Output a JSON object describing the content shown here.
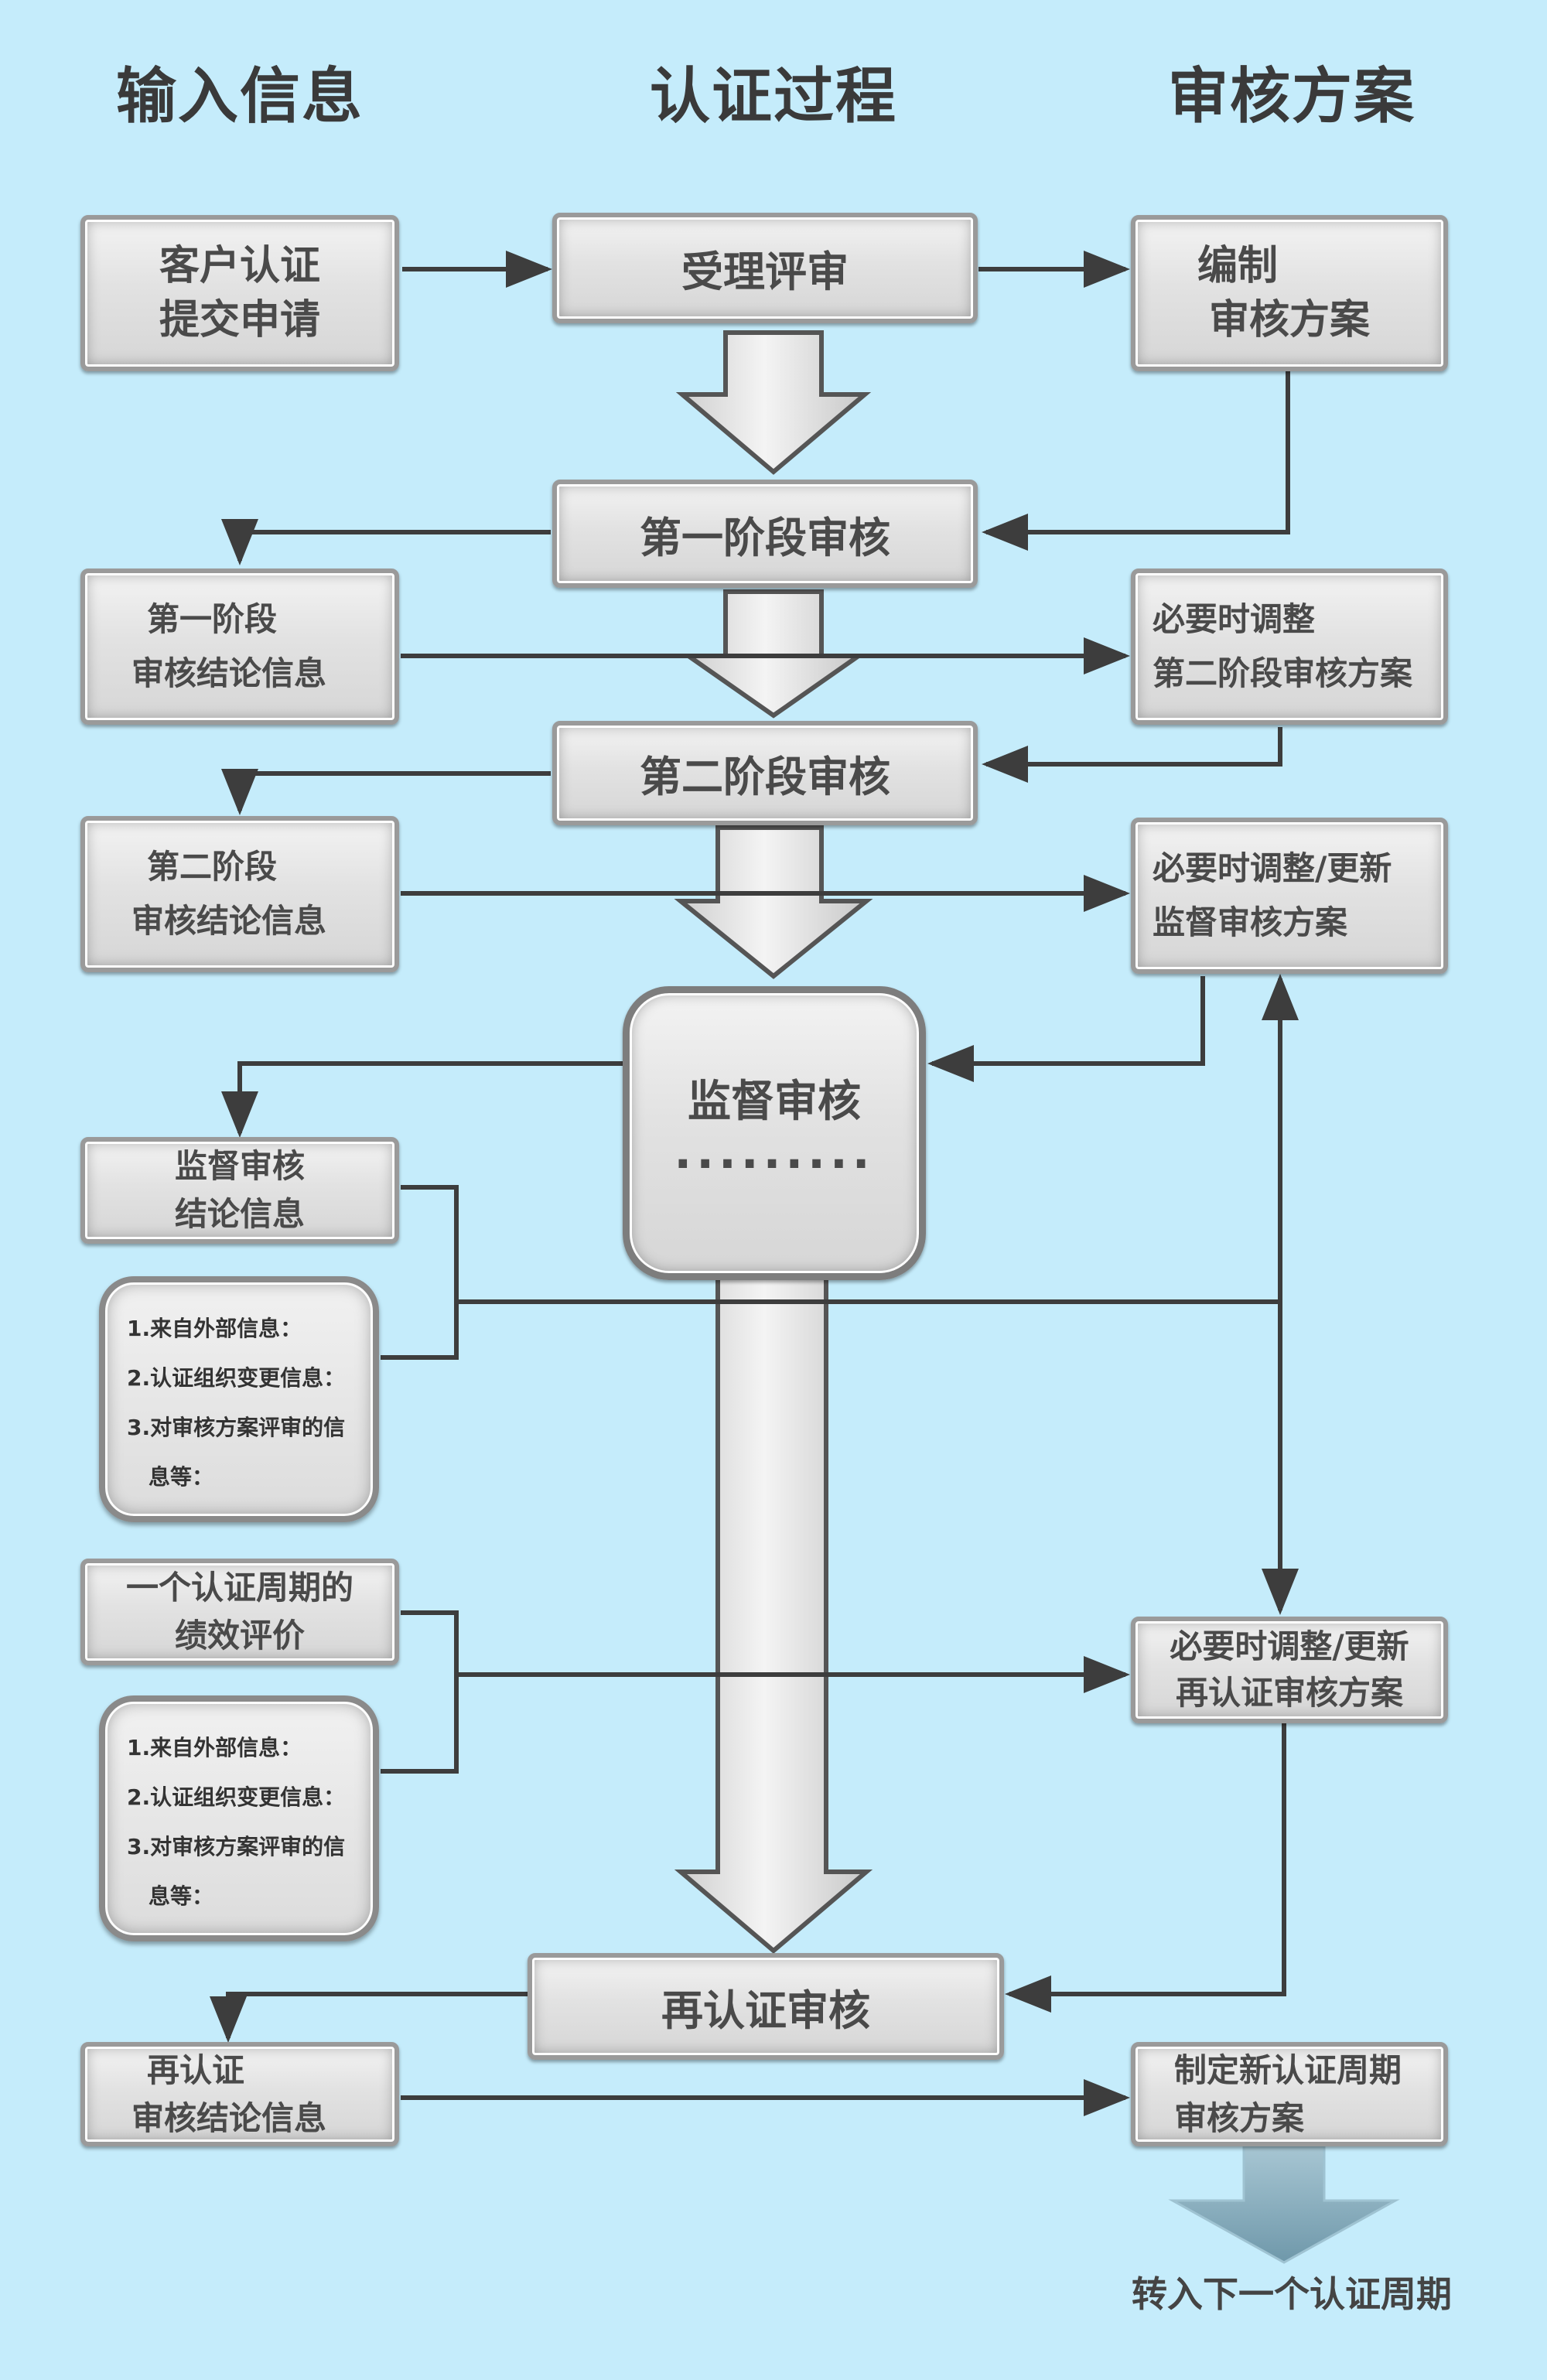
{
  "headers": {
    "input": "输入信息",
    "process": "认证过程",
    "plan": "审核方案"
  },
  "boxes": {
    "client_apply": [
      "客户认证",
      "提交申请"
    ],
    "acceptance": "受理评审",
    "compile_plan": [
      "编制",
      "审核方案"
    ],
    "stage1_audit": "第一阶段审核",
    "stage1_conclusion": [
      "第一阶段",
      "审核结论信息"
    ],
    "adjust_stage2_plan": [
      "必要时调整",
      "第二阶段审核方案"
    ],
    "stage2_audit": "第二阶段审核",
    "stage2_conclusion": [
      "第二阶段",
      "审核结论信息"
    ],
    "adjust_surveillance_plan": [
      "必要时调整/更新",
      "监督审核方案"
    ],
    "surveillance_audit": "监督审核",
    "surveillance_dots": ".........",
    "surveillance_conclusion": [
      "监督审核",
      "结论信息"
    ],
    "cycle_performance": [
      "一个认证周期的",
      "绩效评价"
    ],
    "adjust_recert_plan": [
      "必要时调整/更新",
      "再认证审核方案"
    ],
    "recert_audit": "再认证审核",
    "recert_conclusion": [
      "再认证",
      "审核结论信息"
    ],
    "new_cycle_plan": [
      "制定新认证周期",
      "审核方案"
    ]
  },
  "notes": [
    [
      "1.来自外部信息：",
      "2.认证组织变更信息：",
      "3.对审核方案评审的信",
      "息等："
    ],
    [
      "1.来自外部信息：",
      "2.认证组织变更信息：",
      "3.对审核方案评审的信",
      "息等："
    ]
  ],
  "footer": "转入下一个认证周期",
  "colors": {
    "background": "#c5ecfb",
    "wire": "#3d3d3d",
    "box_border": "#9a9a9a",
    "final_arrow": "#8fb4c4"
  }
}
